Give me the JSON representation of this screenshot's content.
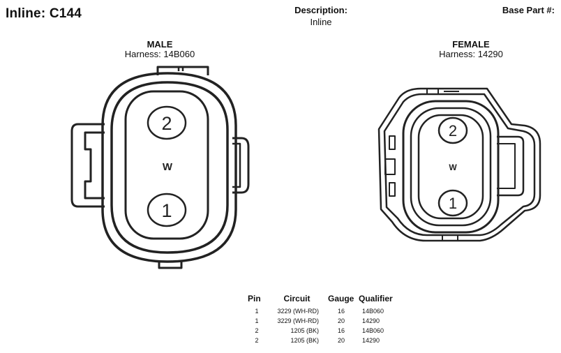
{
  "title": "Inline: C144",
  "description": {
    "label": "Description:",
    "value": "Inline"
  },
  "base_part": {
    "label": "Base Part #:"
  },
  "male": {
    "title": "MALE",
    "harness": "Harness: 14B060",
    "pin_top": "2",
    "pin_bottom": "1",
    "key": "W"
  },
  "female": {
    "title": "FEMALE",
    "harness": "Harness: 14290",
    "pin_top": "2",
    "pin_bottom": "1",
    "key": "W"
  },
  "table": {
    "headers": [
      "Pin",
      "Circuit",
      "Gauge",
      "Qualifier"
    ],
    "rows": [
      {
        "pin": "1",
        "circuit": "3229 (WH-RD)",
        "gauge": "16",
        "qualifier": "14B060"
      },
      {
        "pin": "1",
        "circuit": "3229 (WH-RD)",
        "gauge": "20",
        "qualifier": "14290"
      },
      {
        "pin": "2",
        "circuit": "1205 (BK)",
        "gauge": "16",
        "qualifier": "14B060"
      },
      {
        "pin": "2",
        "circuit": "1205 (BK)",
        "gauge": "20",
        "qualifier": "14290"
      }
    ]
  }
}
